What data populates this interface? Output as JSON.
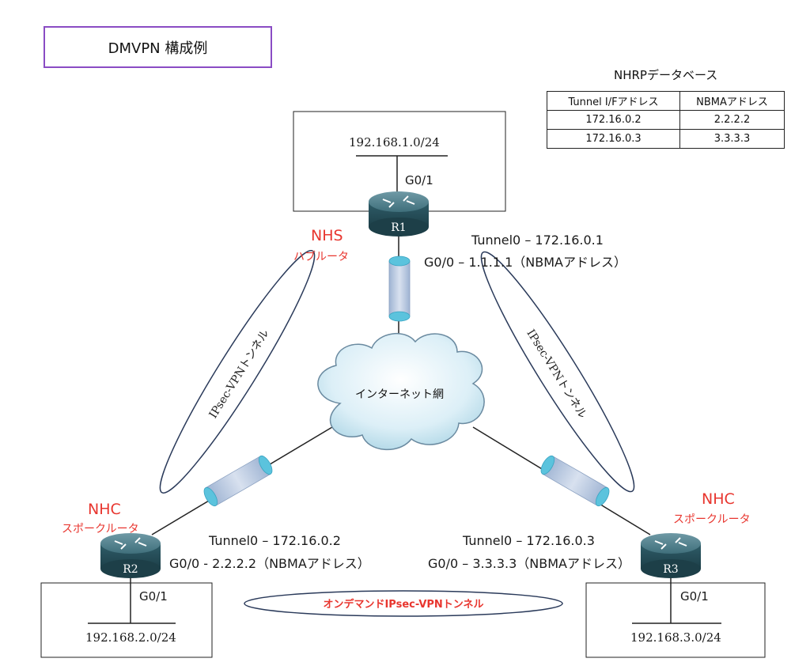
{
  "title": "DMVPN 構成例",
  "nhrp": {
    "title": "NHRPデータベース",
    "headers": [
      "Tunnel I/Fアドレス",
      "NBMAアドレス"
    ],
    "rows": [
      [
        "172.16.0.2",
        "2.2.2.2"
      ],
      [
        "172.16.0.3",
        "3.3.3.3"
      ]
    ]
  },
  "r1": {
    "name": "R1",
    "lan": "192.168.1.0/24",
    "iface": "G0/1",
    "role": "NHS",
    "role_sub": "ハブルータ",
    "tunnel": "Tunnel0 – 172.16.0.1",
    "nbma": "G0/0 – 1.1.1.1（NBMAアドレス）"
  },
  "r2": {
    "name": "R2",
    "lan": "192.168.2.0/24",
    "iface": "G0/1",
    "role": "NHC",
    "role_sub": "スポークルータ",
    "tunnel": "Tunnel0 – 172.16.0.2",
    "nbma": "G0/0 - 2.2.2.2（NBMAアドレス）"
  },
  "r3": {
    "name": "R3",
    "lan": "192.168.3.0/24",
    "iface": "G0/1",
    "role": "NHC",
    "role_sub": "スポークルータ",
    "tunnel": "Tunnel0 – 172.16.0.3",
    "nbma": "G0/0 – 3.3.3.3（NBMAアドレス）"
  },
  "cloud_label": "インターネット網",
  "tunnel_left": "IPsec-VPNトンネル",
  "tunnel_right": "IPsec-VPNトンネル",
  "tunnel_bottom": "オンデマンドIPsec-VPNトンネル",
  "colors": {
    "accent_red": "#e8362f",
    "title_border": "#8a4cc4",
    "router_body": "#2e5f6c",
    "pipe": "#b9c8de",
    "pipe_cap": "#5bc3dd"
  }
}
